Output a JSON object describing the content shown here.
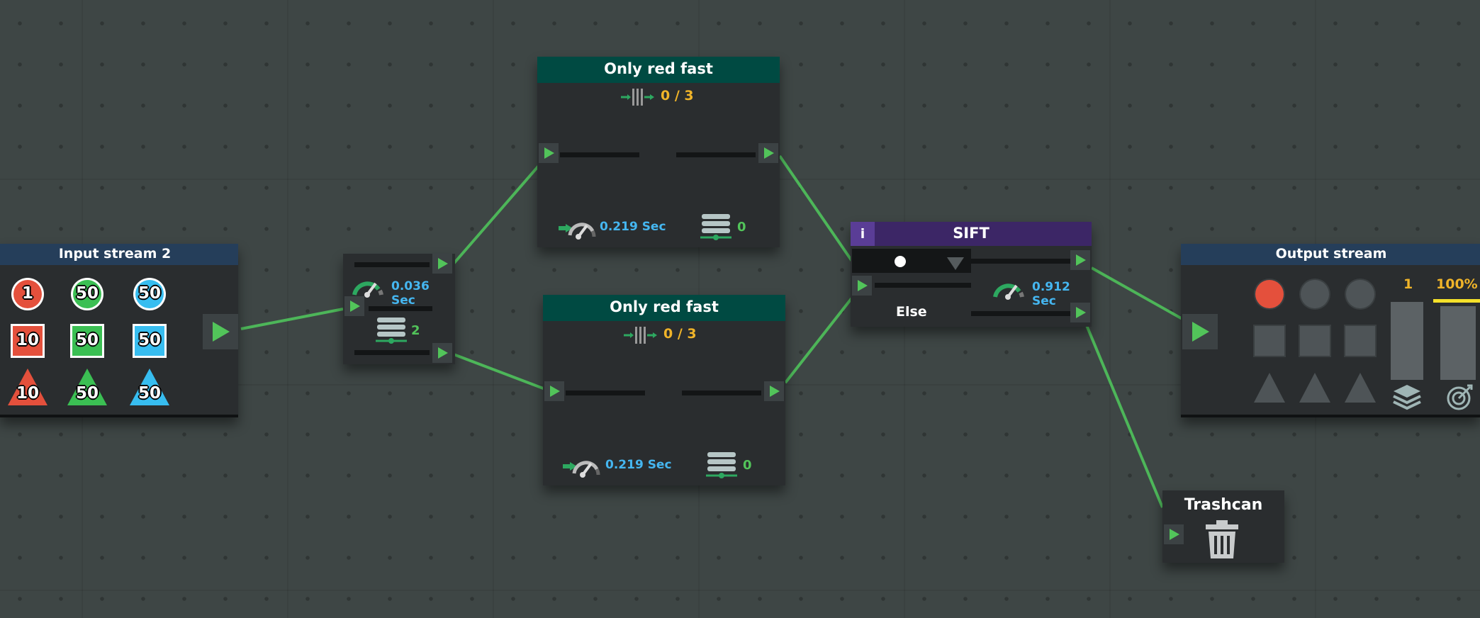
{
  "input_stream": {
    "title": "Input stream 2",
    "items": [
      {
        "shape": "circle",
        "color": "red",
        "label": "1"
      },
      {
        "shape": "circle",
        "color": "green",
        "label": "50"
      },
      {
        "shape": "circle",
        "color": "blue",
        "label": "50"
      },
      {
        "shape": "square",
        "color": "red",
        "label": "10"
      },
      {
        "shape": "square",
        "color": "green",
        "label": "50"
      },
      {
        "shape": "square",
        "color": "blue",
        "label": "50"
      },
      {
        "shape": "triangle",
        "color": "red",
        "label": "10"
      },
      {
        "shape": "triangle",
        "color": "green",
        "label": "50"
      },
      {
        "shape": "triangle",
        "color": "blue",
        "label": "50"
      }
    ]
  },
  "splitter": {
    "speed": "0.036 Sec",
    "queue": "2"
  },
  "filter_top": {
    "title": "Only red fast",
    "capacity": "0 / 3",
    "speed": "0.219 Sec",
    "queue": "0"
  },
  "filter_bottom": {
    "title": "Only red fast",
    "capacity": "0 / 3",
    "speed": "0.219 Sec",
    "queue": "0"
  },
  "sift": {
    "info": "i",
    "title": "SIFT",
    "speed": "0.912 Sec",
    "else_label": "Else"
  },
  "output_stream": {
    "title": "Output stream",
    "count": "1",
    "percent": "100%",
    "percent_value": 1.0,
    "received": [
      "red-circle"
    ]
  },
  "trashcan": {
    "title": "Trashcan"
  },
  "colors": {
    "red": "#e4503c",
    "green": "#3bbf53",
    "blue": "#37bdf0",
    "wire": "#4fc25b",
    "filter_header": "#004a42",
    "sift_header": "#3c2666",
    "stream_header": "#253e5a",
    "accent_yellow": "#f0b429",
    "accent_blue": "#45b6f0"
  }
}
